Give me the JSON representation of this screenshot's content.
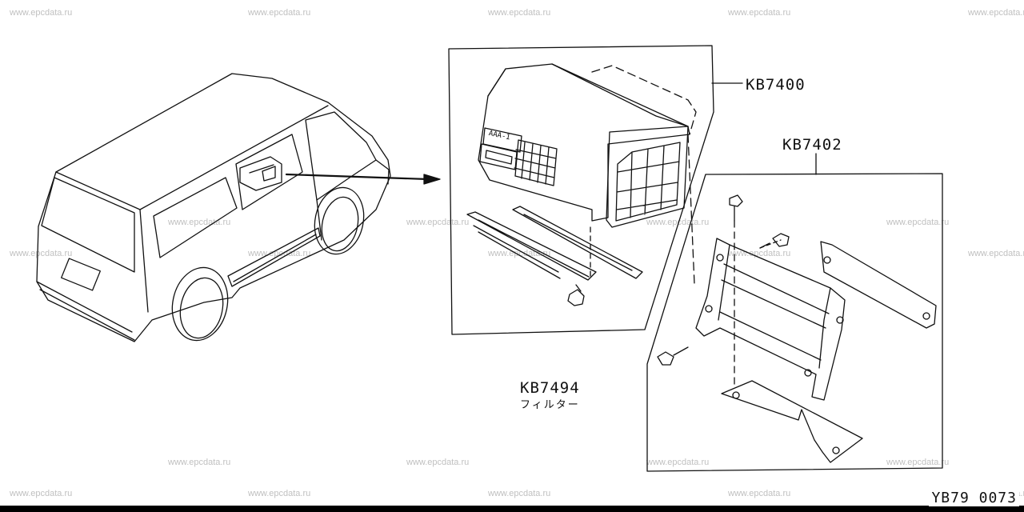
{
  "watermark": {
    "text": "www.epcdata.ru"
  },
  "parts": {
    "unit": {
      "code": "KB7400"
    },
    "bracket": {
      "code": "KB7402"
    },
    "filter": {
      "code": "KB7494",
      "name": "フィルター"
    }
  },
  "unit_panel": {
    "badge": "AAA-1"
  },
  "document": {
    "code": "YB79 0073"
  },
  "colors": {
    "line": "#111111",
    "watermark": "#c0c0c0",
    "background": "#ffffff"
  }
}
